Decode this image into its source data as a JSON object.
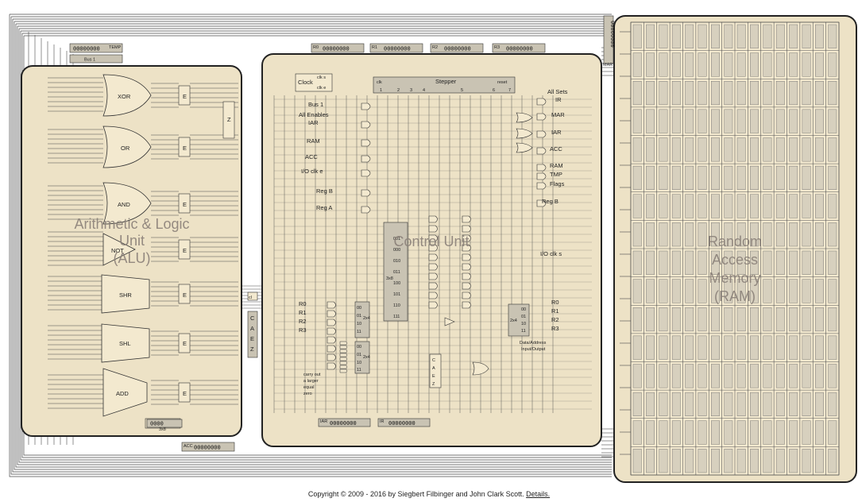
{
  "registers_top": [
    {
      "label": "R0",
      "value": "00000000"
    },
    {
      "label": "R1",
      "value": "00000000"
    },
    {
      "label": "R2",
      "value": "00000000"
    },
    {
      "label": "R3",
      "value": "00000000"
    }
  ],
  "temp": {
    "label": "TEMP",
    "value": "00000000"
  },
  "bus1": {
    "label": "Bus 1"
  },
  "mar": {
    "label": "MAR",
    "value": "00000000"
  },
  "iar": {
    "label": "IAR",
    "value": "00000000"
  },
  "ir": {
    "label": "IR",
    "value": "00000000"
  },
  "acc": {
    "label": "ACC",
    "value": "00000000"
  },
  "tmp": {
    "label": "TMP",
    "value": "0000"
  },
  "alu": {
    "title_line1": "Arithmetic & Logic",
    "title_line2": "Unit",
    "title_line3": "(ALU)",
    "gates": [
      "XOR",
      "OR",
      "AND",
      "NOT",
      "SHR",
      "SHL",
      "ADD"
    ],
    "enable_label": "E",
    "zero_label": "Z",
    "decoder_label": "3x8"
  },
  "control": {
    "title": "Control Unit",
    "clock_label": "Clock",
    "clk_s": "clk s",
    "clk_e": "clk e",
    "stepper_label": "Stepper",
    "stepper_clk": "clk",
    "stepper_reset": "reset",
    "steps": [
      "1",
      "2",
      "3",
      "4",
      "5",
      "6",
      "7"
    ],
    "left_labels": [
      "Bus 1",
      "All Enables",
      "IAR",
      "RAM",
      "ACC",
      "I/O clk e",
      "Reg B",
      "Reg A"
    ],
    "right_labels": [
      "All Sets",
      "IR",
      "MAR",
      "IAR",
      "ACC",
      "RAM",
      "TMP",
      "Flags",
      "Reg B",
      "I/O clk s"
    ],
    "decoder_label": "3x8",
    "decoder_rows": [
      "000",
      "001",
      "010",
      "011",
      "100",
      "101",
      "110",
      "111"
    ],
    "reg_select_left": [
      "R0",
      "R1",
      "R2",
      "R3"
    ],
    "reg_select_right": [
      "R0",
      "R1",
      "R2",
      "R3"
    ],
    "dec2x4_label": "2x4",
    "dec2x4_rows": [
      "00",
      "01",
      "10",
      "11"
    ],
    "flags_bits": [
      "C",
      "A",
      "E",
      "Z"
    ],
    "flag_names": [
      "carry out",
      "a larger",
      "equal",
      "zero"
    ],
    "cl_label": "cl",
    "caez": [
      "C",
      "A",
      "E",
      "Z"
    ],
    "io_label_1": "Data/Address",
    "io_label_2": "Input/Output"
  },
  "ram": {
    "title_line1": "Random",
    "title_line2": "Access",
    "title_line3": "Memory",
    "title_line4": "(RAM)"
  },
  "footer": {
    "text": "Copyright © 2009 - 2016 by Siegbert Filbinger and John Clark Scott. ",
    "link": "Details."
  },
  "colors": {
    "panel_fill": "#ede2c6",
    "panel_border": "#222222",
    "wire": "#4a4a4a",
    "gate_fill": "#f3e9cf",
    "reg_fill": "#c9c3b3",
    "title_text": "#8a7f78"
  }
}
